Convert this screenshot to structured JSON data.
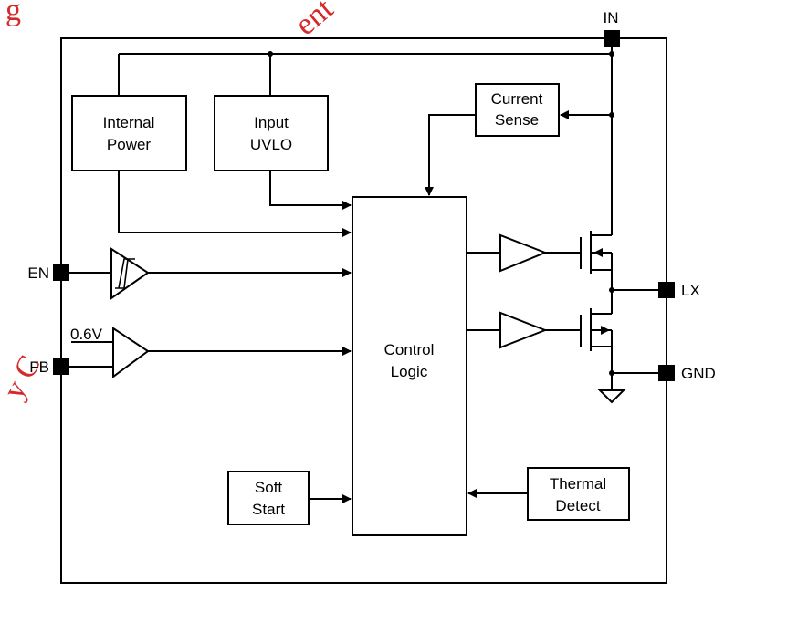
{
  "watermark": {
    "top_fragment": "ent",
    "left_fragment": "y C",
    "corner_fragment": "g"
  },
  "blocks": {
    "internal_power": [
      "Internal",
      "Power"
    ],
    "input_uvlo": [
      "Input",
      "UVLO"
    ],
    "current_sense": [
      "Current",
      "Sense"
    ],
    "control_logic": [
      "Control",
      "Logic"
    ],
    "soft_start": [
      "Soft",
      "Start"
    ],
    "thermal_detect": [
      "Thermal",
      "Detect"
    ]
  },
  "pins": {
    "in": "IN",
    "en": "EN",
    "fb": "FB",
    "lx": "LX",
    "gnd": "GND"
  },
  "reference_voltage": "0.6V"
}
